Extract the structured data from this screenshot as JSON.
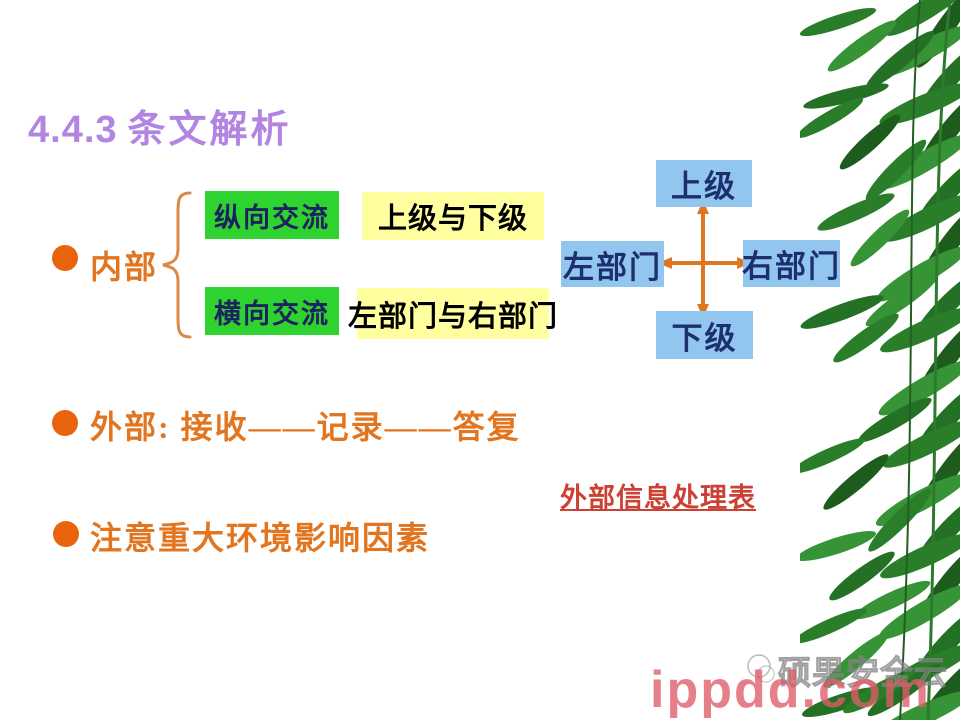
{
  "colors": {
    "title_purple": "#b285e2",
    "orange_text": "#e2751f",
    "bullet_orange": "#e8630c",
    "brace_orange": "#d98a4a",
    "arrow_orange": "#dd7722",
    "green_box": "#2fd32f",
    "yellow_box": "#ffffa0",
    "blue_box": "#93c6ee",
    "navy_text": "#1c2a66",
    "link_red": "#cd4134",
    "watermark_pink": "#de5c69",
    "bamboo_green": "#2a7e2a"
  },
  "slide": {
    "title": {
      "number": "4.4.3",
      "text": "条文解析"
    },
    "internal": {
      "label": "内部",
      "rows": [
        {
          "type": "纵向交流",
          "detail": "上级与下级"
        },
        {
          "type": "横向交流",
          "detail": "左部门与右部门"
        }
      ]
    },
    "diagram": {
      "top": "上级",
      "left": "左部门",
      "right": "右部门",
      "bottom": "下级"
    },
    "external": {
      "label": "外部: 接收——记录——答复"
    },
    "link": {
      "label": "外部信息处理表"
    },
    "note": {
      "label": "注意重大环境影响因素"
    }
  },
  "footer": {
    "watermark": "ippdd.com",
    "brand": "硕果安全云"
  }
}
